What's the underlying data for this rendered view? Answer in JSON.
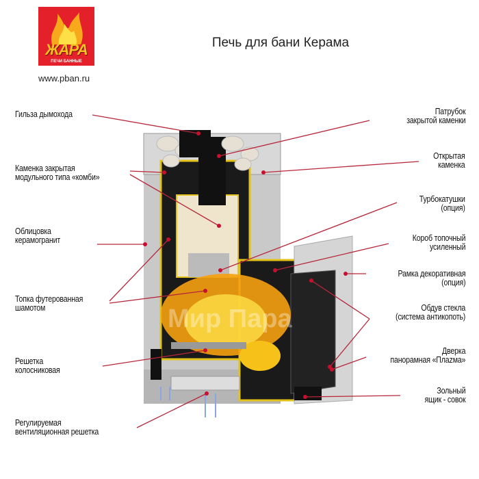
{
  "logo": {
    "word": "ЖАРА",
    "subtitle": "ПЕЧИ БАННЫЕ"
  },
  "url": "www.pban.ru",
  "title": "Печь для бани Керама",
  "watermark": "Мир Пара",
  "colors": {
    "leader": "#b8263a",
    "logo_red": "#e4202a",
    "fire": "#f5a10f",
    "liner": "#e2c21a"
  },
  "labels_left": [
    {
      "line1": "Гильза дымохода",
      "line2": ""
    },
    {
      "line1": "Каменка закрытая",
      "line2": "модульного типа «комби»"
    },
    {
      "line1": "Облицовка",
      "line2": "керамогранит"
    },
    {
      "line1": "Топка футерованная",
      "line2": "шамотом"
    },
    {
      "line1": "Решетка",
      "line2": "колосниковая"
    },
    {
      "line1": "Регулируемая",
      "line2": "вентиляционная решетка"
    }
  ],
  "labels_right": [
    {
      "line1": "Патрубок",
      "line2": "закрытой каменки"
    },
    {
      "line1": "Открытая",
      "line2": "каменка"
    },
    {
      "line1": "Турбокатушки",
      "line2": "(опция)"
    },
    {
      "line1": "Короб топочный",
      "line2": "усиленный"
    },
    {
      "line1": "Рамка декоративная",
      "line2": "(опция)"
    },
    {
      "line1": "Обдув стекла",
      "line2": "(система антикопоть)"
    },
    {
      "line1": "Дверка",
      "line2": "панорамная «Плаzма»"
    },
    {
      "line1": "Зольный",
      "line2": "ящик - совок"
    }
  ]
}
